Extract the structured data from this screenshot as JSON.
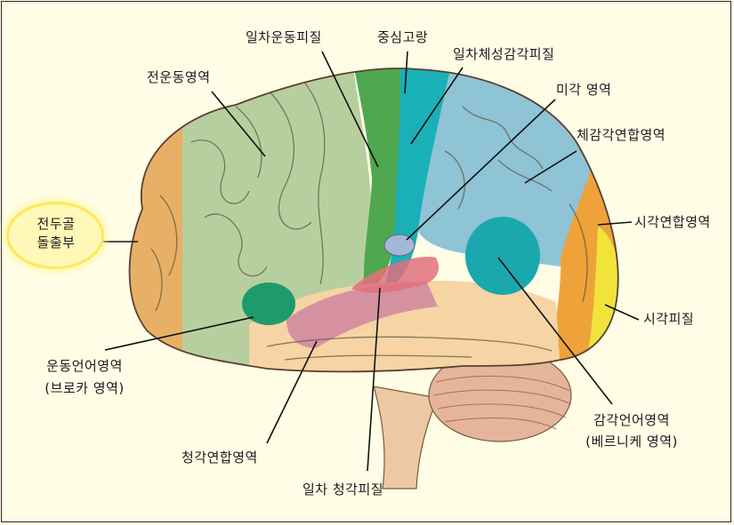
{
  "labels": {
    "primary_motor_cortex": "일차운동피질",
    "central_sulcus": "중심고랑",
    "primary_somatosensory_cortex": "일차체성감각피질",
    "premotor_area": "전운동영역",
    "gustatory_area": "미각 영역",
    "somatosensory_association_area": "체감각연합영역",
    "frontal_pole_line1": "전두골",
    "frontal_pole_line2": "돌출부",
    "visual_association_area": "시각연합영역",
    "visual_cortex": "시각피질",
    "motor_speech_area_line1": "운동언어영역",
    "motor_speech_area_line2": "(브로카 영역)",
    "sensory_speech_area_line1": "감각언어영역",
    "sensory_speech_area_line2": "(베르니케 영역)",
    "auditory_association_area": "청각연합영역",
    "primary_auditory_cortex": "일차 청각피질"
  },
  "colors": {
    "background": "#fffde6",
    "prefrontal": "#e8b066",
    "premotor": "#b7cf9e",
    "primary_motor": "#4fa84f",
    "primary_somatosensory": "#1ab0b8",
    "somatosensory_association": "#8fc3d6",
    "visual_association": "#eea23a",
    "visual_cortex": "#f1e33a",
    "temporal": "#f6d4a4",
    "auditory_association": "#d38aa0",
    "primary_auditory": "#e0707c",
    "broca": "#1e9a6c",
    "wernicke": "#1aa8ae",
    "gustatory": "#a5b7d6",
    "cerebellum": "#e5b49a",
    "brainstem": "#ecc9a4",
    "highlight": "#ffe85a"
  }
}
